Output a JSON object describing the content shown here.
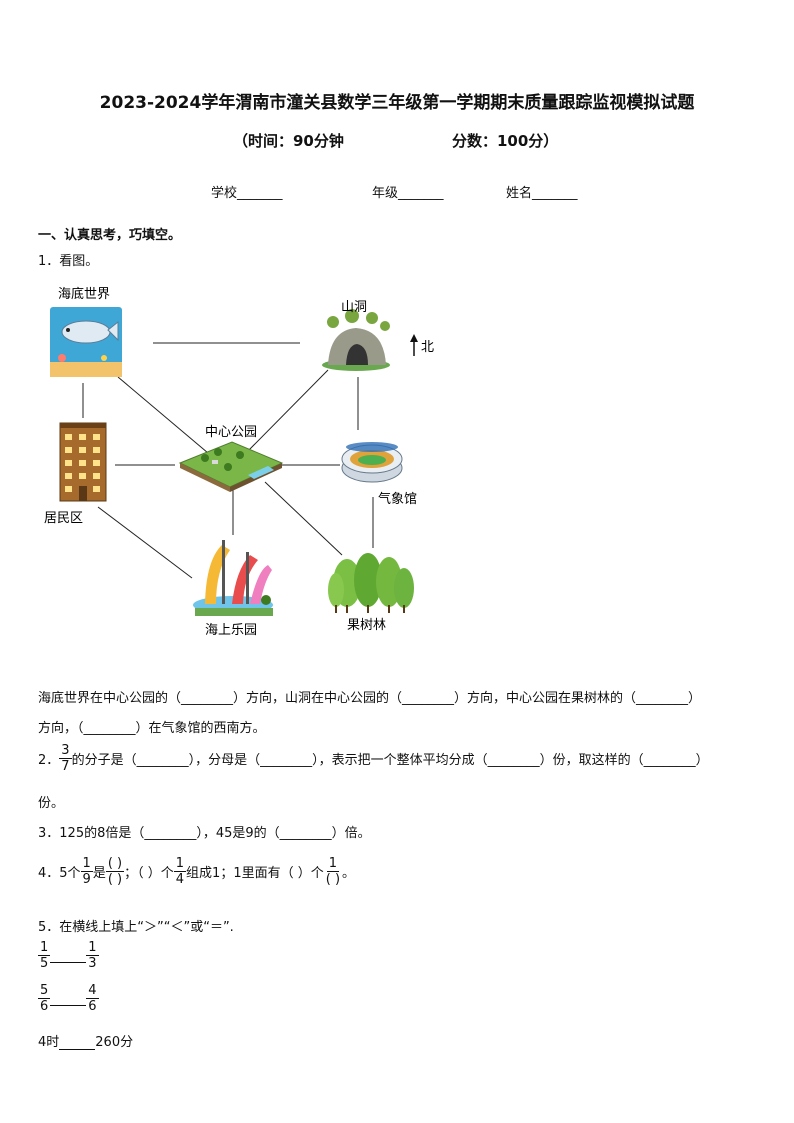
{
  "header": {
    "title": "2023-2024学年渭南市潼关县数学三年级第一学期期末质量跟踪监视模拟试题",
    "time": "（时间：90分钟",
    "score": "分数：100分）",
    "school": "学校_______",
    "grade": "年级_______",
    "name": "姓名_______"
  },
  "section1": {
    "heading": "一、认真思考，巧填空。"
  },
  "q1": {
    "label": "1．看图。",
    "map": {
      "places": {
        "seaworld": "海底世界",
        "cave": "山洞",
        "park": "中心公园",
        "residential": "居民区",
        "weather": "气象馆",
        "waterpark": "海上乐园",
        "orchard": "果树林"
      },
      "north": "北"
    },
    "line1": "海底世界在中心公园的（________）方向，山洞在中心公园的（________）方向，中心公园在果树林的（________）",
    "line2": "方向，（________）在气象馆的西南方。"
  },
  "q2": {
    "num": "2．",
    "frac_num": "3",
    "frac_den": "7",
    "text": "的分子是（________），分母是（________），表示把一个整体平均分成（________）份，取这样的（________）",
    "text2": "份。"
  },
  "q3": {
    "text": "3．125的8倍是（________），45是9的（________）倍。"
  },
  "q4": {
    "a": "4．5个",
    "f1_num": "1",
    "f1_den": "9",
    "b": "是",
    "f2_num": "(      )",
    "f2_den": "(      )",
    "c": "；（  ）个",
    "f3_num": "1",
    "f3_den": "4",
    "d": "组成1；1里面有（  ）个",
    "f4_num": "1",
    "f4_den": "(      )",
    "e": "。"
  },
  "q5": {
    "text": "5．在横线上填上“＞”“＜”或“＝”.",
    "rows": [
      {
        "l_num": "1",
        "l_den": "5",
        "r_num": "1",
        "r_den": "3"
      },
      {
        "l_num": "5",
        "l_den": "6",
        "r_num": "4",
        "r_den": "6"
      }
    ],
    "row3_left": "4时",
    "row3_right": "260分"
  },
  "colors": {
    "text": "#111111",
    "tree": "#6cb33f",
    "sea": "#3fa7d6",
    "building": "#8b5a2b"
  }
}
